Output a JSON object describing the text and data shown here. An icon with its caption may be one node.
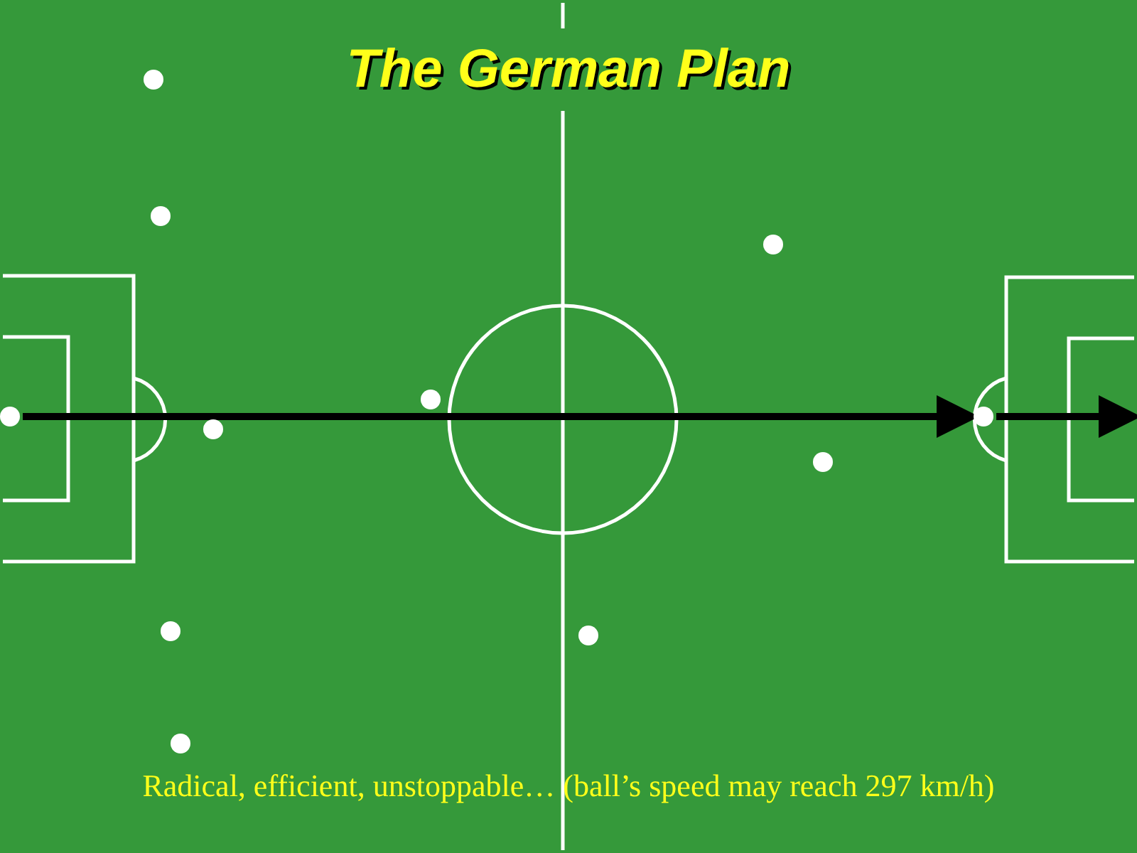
{
  "diagram": {
    "title": "The German Plan",
    "caption": "Radical, efficient, unstoppable… (ball’s speed may reach 297 km/h)",
    "nodes": [
      {
        "text": [],
        "shape": "circle"
      },
      {
        "text": [],
        "shape": "circle"
      },
      {
        "text": [],
        "shape": "circle"
      },
      {
        "text": [],
        "shape": "circle"
      },
      {
        "text": [],
        "shape": "circle"
      },
      {
        "text": [],
        "shape": "circle"
      },
      {
        "text": [],
        "shape": "circle"
      },
      {
        "text": [],
        "shape": "circle"
      },
      {
        "text": [],
        "shape": "circle"
      },
      {
        "text": [],
        "shape": "circle"
      },
      {
        "text": [],
        "shape": "circle"
      }
    ],
    "edges": [
      {
        "from": 0,
        "to": 10,
        "arrow": "to"
      },
      {
        "from": 10,
        "to": null,
        "arrow": "to"
      }
    ]
  }
}
